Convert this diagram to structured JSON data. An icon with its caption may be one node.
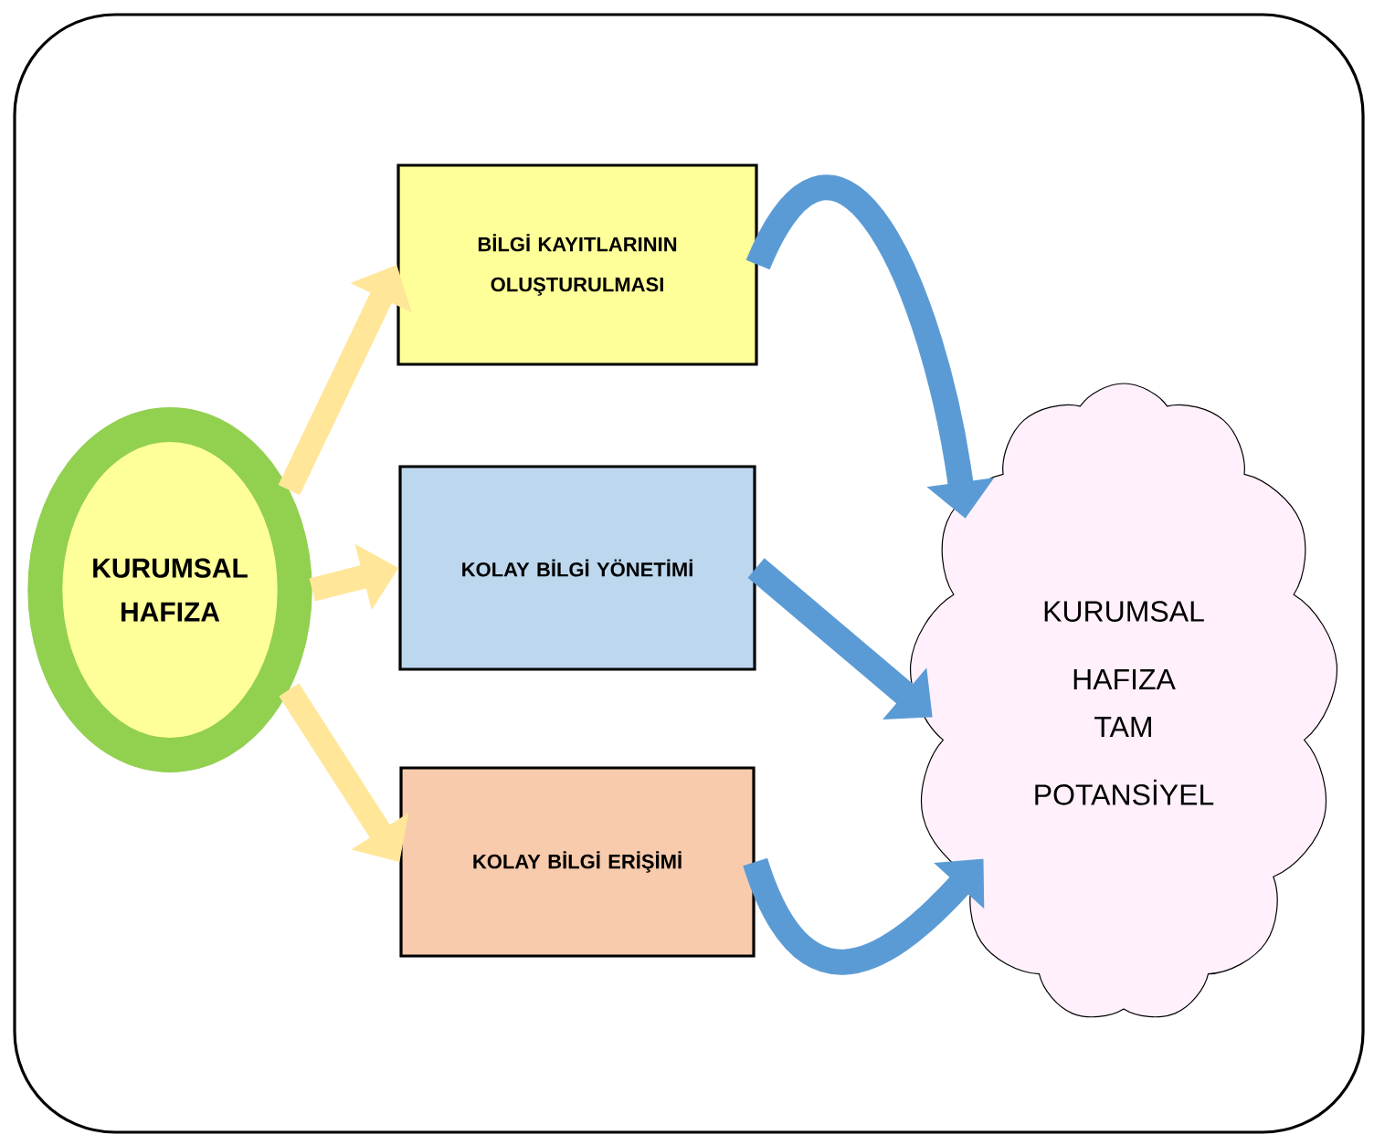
{
  "diagram": {
    "nodes": [
      {
        "text": [
          "KURUMSAL HAFIZA"
        ]
      },
      {
        "text": [
          "BİLGİ KAYITLARININ OLUŞTURULMASI"
        ]
      },
      {
        "text": [
          "KOLAY BİLGİ YÖNETİMİ"
        ]
      },
      {
        "text": [
          "KOLAY BİLGİ ERİŞİMİ"
        ]
      },
      {
        "text": [
          "KURUMSAL HAFIZA",
          "TAM POTANSİYEL"
        ]
      }
    ],
    "edges": [
      {
        "from": 0,
        "to": 1,
        "arrow": "to",
        "color": "#ffe699"
      },
      {
        "from": 0,
        "to": 2,
        "arrow": "to",
        "color": "#ffe699"
      },
      {
        "from": 0,
        "to": 3,
        "arrow": "to",
        "color": "#ffe699"
      },
      {
        "from": 1,
        "to": 4,
        "arrow": "to",
        "color": "#5b9bd5"
      },
      {
        "from": 2,
        "to": 4,
        "arrow": "to",
        "color": "#5b9bd5"
      },
      {
        "from": 3,
        "to": 4,
        "arrow": "to",
        "color": "#5b9bd5"
      }
    ]
  }
}
